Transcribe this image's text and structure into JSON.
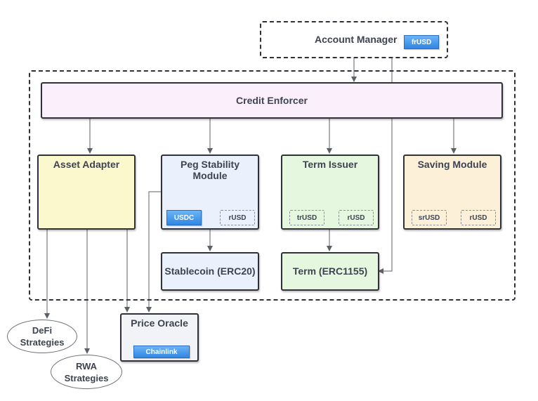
{
  "account_manager": {
    "title": "Account Manager",
    "token": "frUSD"
  },
  "credit_enforcer": {
    "title": "Credit Enforcer"
  },
  "asset_adapter": {
    "title": "Asset Adapter"
  },
  "peg_stability_module": {
    "title_line1": "Peg Stability",
    "title_line2": "Module",
    "tokens": [
      "USDC",
      "rUSD"
    ]
  },
  "term_issuer": {
    "title": "Term Issuer",
    "tokens": [
      "trUSD",
      "rUSD"
    ]
  },
  "saving_module": {
    "title": "Saving Module",
    "tokens": [
      "srUSD",
      "rUSD"
    ]
  },
  "stablecoin": {
    "title": "Stablecoin (ERC20)"
  },
  "term": {
    "title": "Term (ERC1155)"
  },
  "price_oracle": {
    "title": "Price Oracle",
    "token": "Chainlink"
  },
  "defi_strategies": {
    "line1": "DeFi",
    "line2": "Strategies"
  },
  "rwa_strategies": {
    "line1": "RWA",
    "line2": "Strategies"
  },
  "colors": {
    "credit_enforcer_fill": "#fbeffc",
    "asset_adapter_fill": "#fcf8cd",
    "peg_stability_fill": "#eaf1fc",
    "term_issuer_fill": "#e6f7df",
    "saving_module_fill": "#fcf0d8",
    "stablecoin_fill": "#eaf1fc",
    "term_fill": "#e6f7df",
    "price_oracle_fill": "#f1f3f6",
    "token_blue": "#2f86e4"
  }
}
